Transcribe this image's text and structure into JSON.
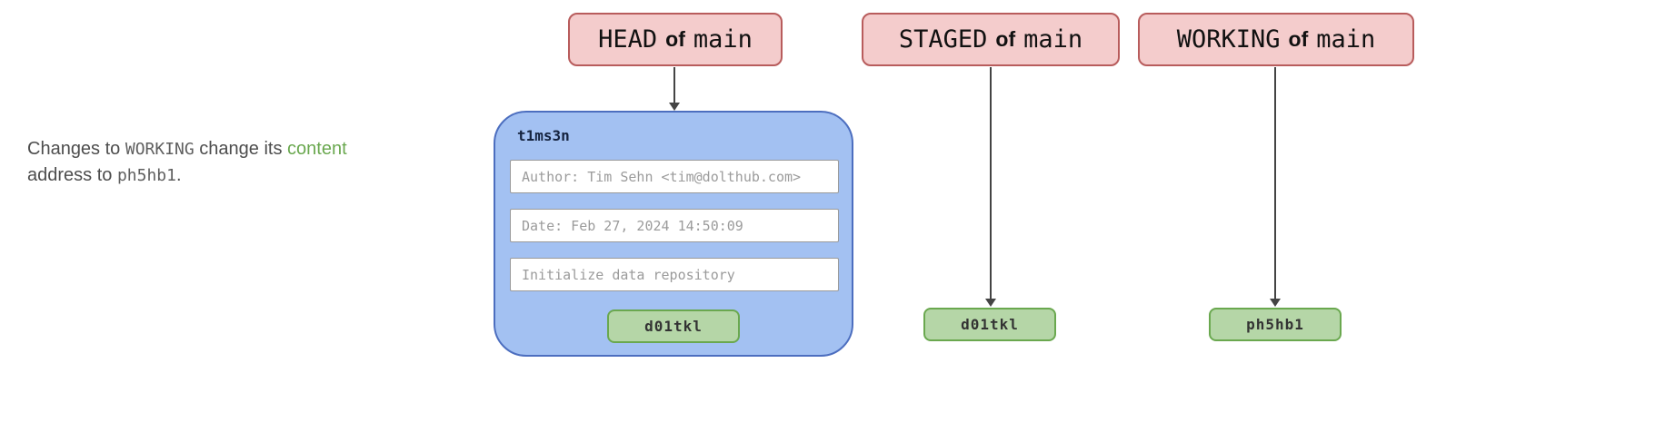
{
  "note": {
    "parts": [
      "Changes to ",
      "WORKING",
      " change its ",
      "content",
      "address to ",
      "ph5hb1",
      "."
    ]
  },
  "pills": {
    "head": {
      "ref": "HEAD",
      "of": "of",
      "branch": "main"
    },
    "staged": {
      "ref": "STAGED",
      "of": "of",
      "branch": "main"
    },
    "working": {
      "ref": "WORKING",
      "of": "of",
      "branch": "main"
    }
  },
  "commit": {
    "id": "t1ms3n",
    "fields": [
      "Author: Tim Sehn <tim@dolthub.com>",
      "Date: Feb 27, 2024 14:50:09",
      "Initialize data repository"
    ],
    "content_address": "d01tkl"
  },
  "staged": {
    "content_address": "d01tkl"
  },
  "working": {
    "content_address": "ph5hb1"
  },
  "colors": {
    "pill_fill": "#f4cccc",
    "pill_border": "#b85c5c",
    "commit_fill": "#a3c1f2",
    "commit_border": "#4c6ebf",
    "chip_fill": "#b5d6a7",
    "chip_border": "#6aa84f",
    "highlight_green": "#6aa84f",
    "arrow_color": "#444444"
  }
}
